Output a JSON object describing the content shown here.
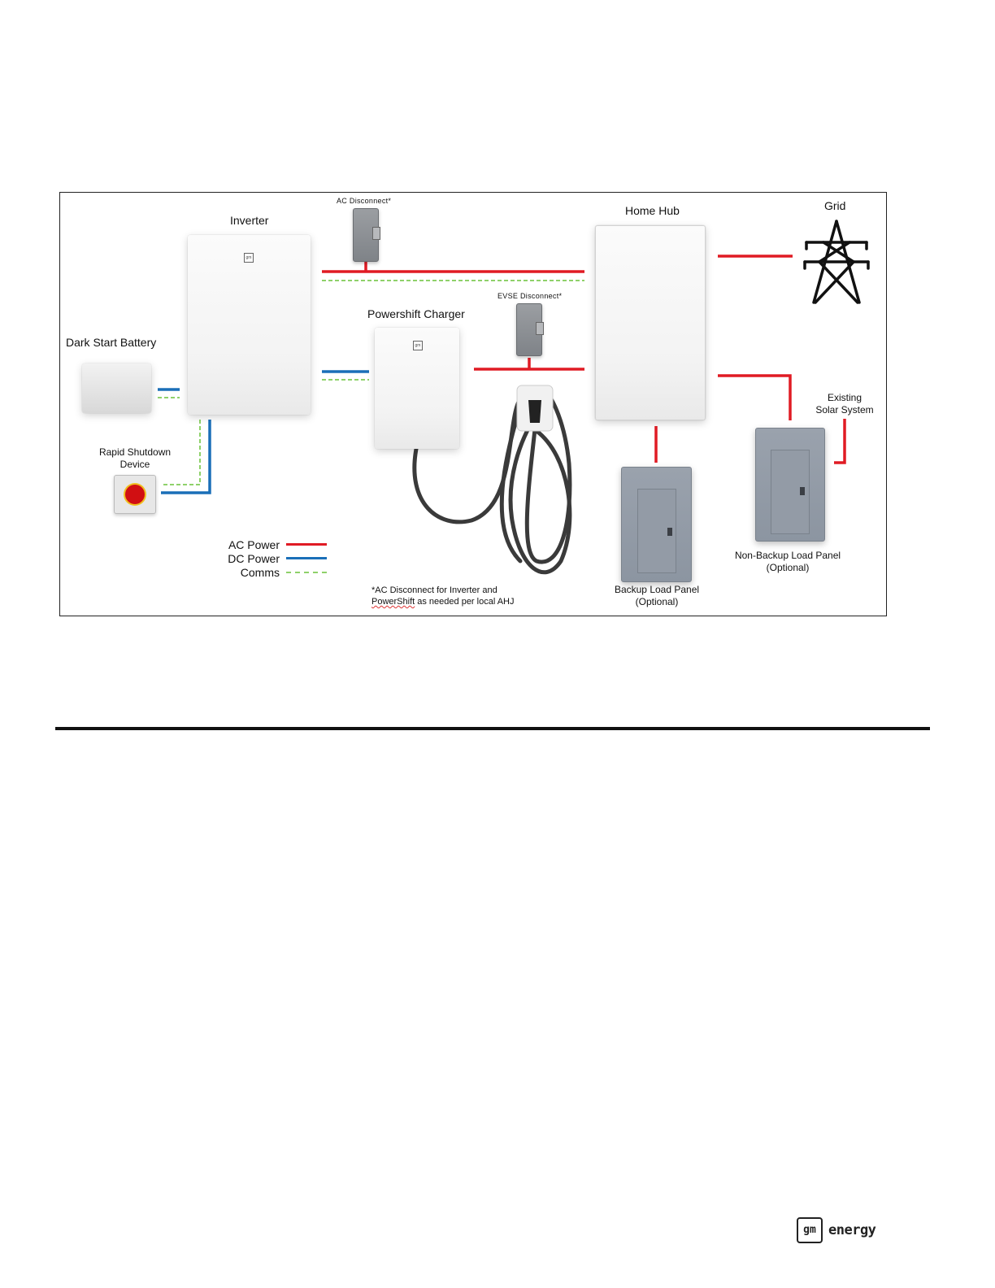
{
  "diagram": {
    "labels": {
      "inverter": "Inverter",
      "ac_disconnect": "AC Disconnect*",
      "home_hub": "Home Hub",
      "grid": "Grid",
      "powershift_charger": "Powershift Charger",
      "evse_disconnect": "EVSE Disconnect*",
      "dark_start_battery": "Dark Start Battery",
      "existing_solar_line1": "Existing",
      "existing_solar_line2": "Solar System",
      "rapid_shutdown_line1": "Rapid Shutdown",
      "rapid_shutdown_line2": "Device",
      "non_backup_line1": "Non-Backup Load Panel",
      "non_backup_line2": "(Optional)",
      "backup_line1": "Backup Load Panel",
      "backup_line2": "(Optional)"
    },
    "legend": [
      {
        "label": "AC Power",
        "color": "#e01b24",
        "style": "solid"
      },
      {
        "label": "DC Power",
        "color": "#1a6fb8",
        "style": "solid"
      },
      {
        "label": "Comms",
        "color": "#8fd16a",
        "style": "dashed"
      }
    ],
    "footnote": {
      "line1": "*AC Disconnect for Inverter and",
      "line2_underlined": "PowerShift",
      "line2_rest": " as needed per local AHJ"
    },
    "device_badges": {
      "inverter": "gm",
      "charger": "gm"
    }
  },
  "footer": {
    "logo_mark": "gm",
    "logo_word": "energy"
  }
}
